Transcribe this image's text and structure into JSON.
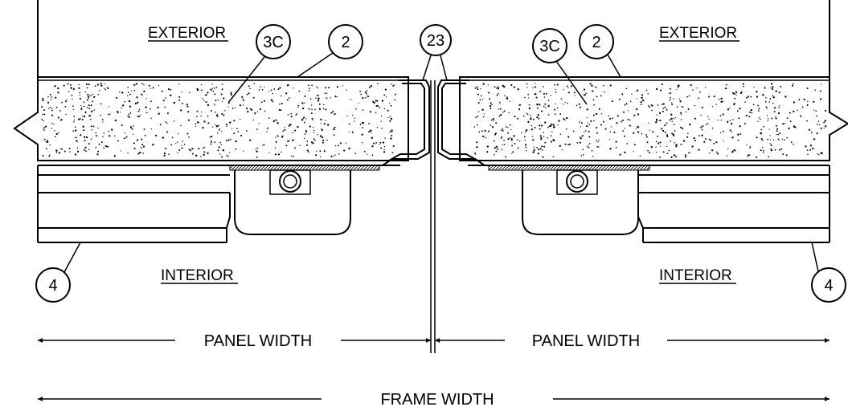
{
  "labels": {
    "exterior_left": "EXTERIOR",
    "exterior_right": "EXTERIOR",
    "interior_left": "INTERIOR",
    "interior_right": "INTERIOR"
  },
  "callouts": {
    "left_3c": "3C",
    "left_2": "2",
    "center_23": "23",
    "right_3c": "3C",
    "right_2": "2",
    "left_4": "4",
    "right_4": "4"
  },
  "dimensions": {
    "panel_width_left": "PANEL WIDTH",
    "panel_width_right": "PANEL WIDTH",
    "frame_width": "FRAME WIDTH"
  },
  "colors": {
    "line": "#000000",
    "background": "#ffffff"
  }
}
